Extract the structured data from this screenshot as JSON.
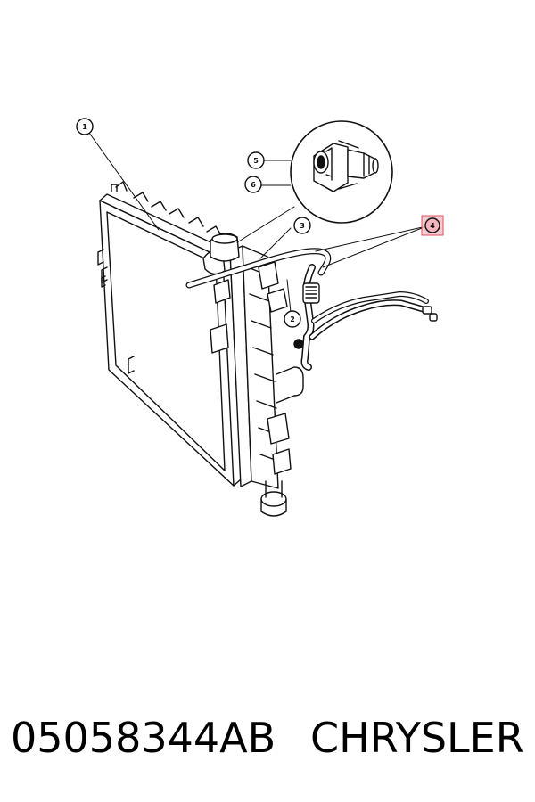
{
  "diagram": {
    "callouts": [
      {
        "number": "1"
      },
      {
        "number": "2"
      },
      {
        "number": "3"
      },
      {
        "number": "4",
        "highlighted": true
      },
      {
        "number": "5"
      },
      {
        "number": "6"
      }
    ],
    "highlight_color": "#e03a4a",
    "line_color": "#111111"
  },
  "footer": {
    "part_number": "05058344AB",
    "brand": "CHRYSLER"
  }
}
